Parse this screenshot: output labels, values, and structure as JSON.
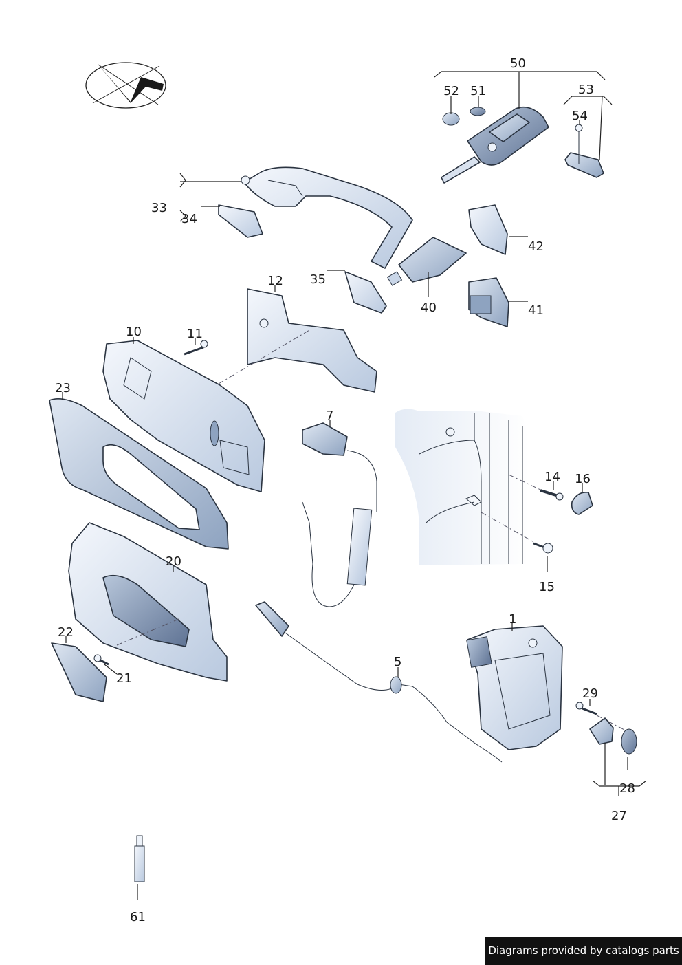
{
  "callouts": {
    "c1": "1",
    "c5": "5",
    "c7": "7",
    "c10": "10",
    "c11": "11",
    "c12": "12",
    "c14": "14",
    "c15": "15",
    "c16": "16",
    "c20": "20",
    "c21": "21",
    "c22": "22",
    "c23": "23",
    "c27": "27",
    "c28": "28",
    "c29": "29",
    "c33": "33",
    "c34": "34",
    "c35": "35",
    "c40": "40",
    "c41": "41",
    "c42": "42",
    "c50": "50",
    "c51": "51",
    "c52": "52",
    "c53": "53",
    "c54": "54",
    "c61": "61"
  },
  "watermark": "Diagrams provided by catalogs parts",
  "colors": {
    "part_fill_light": "#eef3fa",
    "part_fill_mid": "#c9d6e8",
    "part_fill_dark": "#8ea3c0",
    "outline": "#2a3340",
    "background": "#ffffff"
  }
}
